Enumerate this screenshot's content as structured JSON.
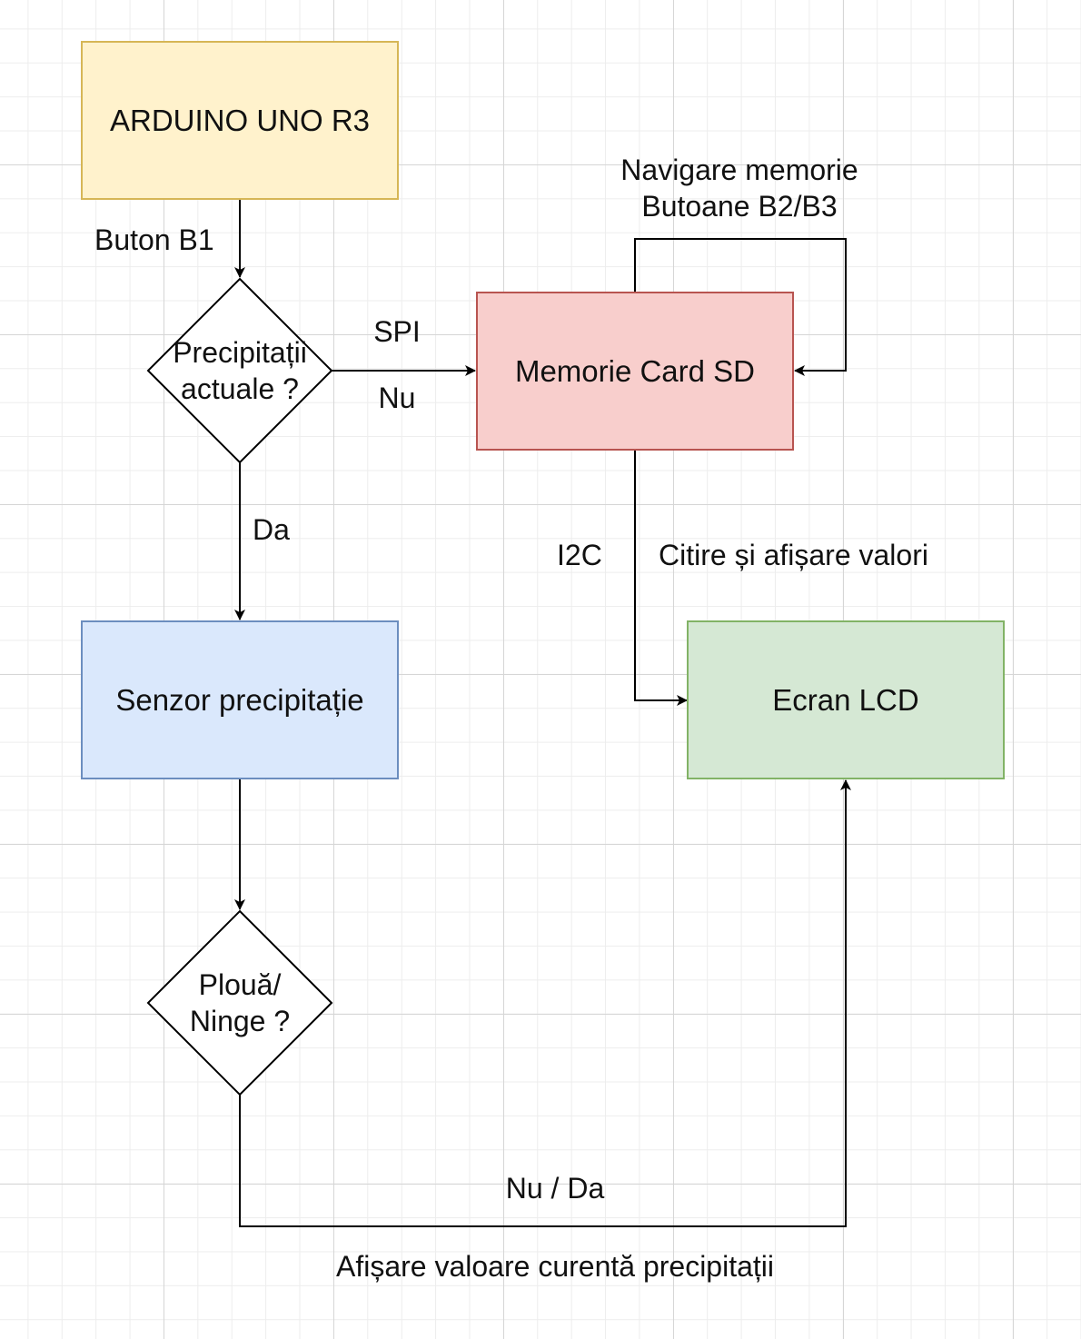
{
  "nodes": {
    "arduino": "ARDUINO UNO R3",
    "precip_decision": "Precipitații\nactuale ?",
    "sd_card": "Memorie Card SD",
    "sensor": "Senzor precipitație",
    "rain_decision": "Plouă/\nNinge ?",
    "lcd": "Ecran LCD"
  },
  "edge_labels": {
    "buton_b1": "Buton B1",
    "spi": "SPI",
    "nu": "Nu",
    "da": "Da",
    "i2c": "I2C",
    "citire": "Citire și afișare valori",
    "navigare": "Navigare memorie\nButoane B2/B3",
    "nu_da": "Nu / Da",
    "afisare": "Afișare valoare curentă precipitații"
  },
  "colors": {
    "yellow_fill": "#fff2cc",
    "yellow_stroke": "#d6b656",
    "red_fill": "#f8cecc",
    "red_stroke": "#b85450",
    "blue_fill": "#dae8fc",
    "blue_stroke": "#6c8ebf",
    "green_fill": "#d5e8d4",
    "green_stroke": "#82b366",
    "line": "#000000"
  }
}
